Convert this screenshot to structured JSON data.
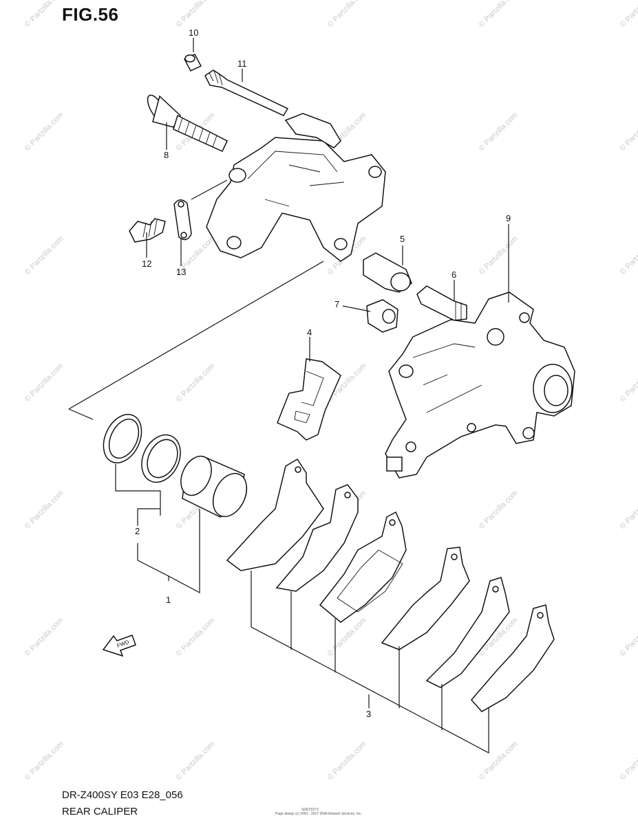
{
  "figure_title": "FIG.56",
  "model_code": "DR-Z400SY E03 E28_056",
  "caption": "REAR CALIPER",
  "watermark": "© Partzilla.com",
  "fine_print": [
    "SDEY0273",
    "Page design (c) 2001 - 2017 DNA Network Services, Inc."
  ],
  "fwd_arrow_label": "FWD",
  "part_labels": {
    "p1": "1",
    "p2": "2",
    "p3": "3",
    "p4": "4",
    "p5": "5",
    "p6": "6",
    "p7": "7",
    "p8": "8",
    "p9": "9",
    "p10": "10",
    "p11": "11",
    "p12": "12",
    "p13": "13"
  }
}
